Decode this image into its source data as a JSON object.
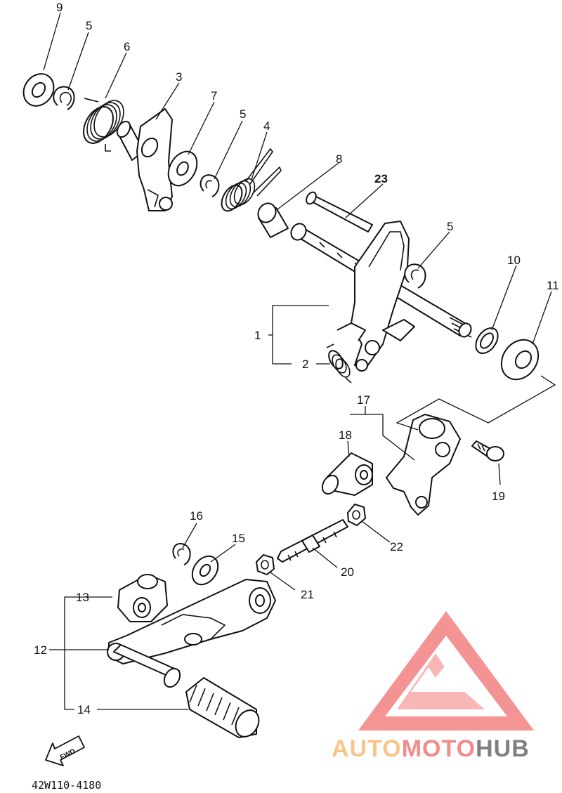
{
  "diagram": {
    "part_code": "42W110-4180",
    "fwd_label": "FWD",
    "callouts": [
      {
        "id": "c9",
        "label": "9"
      },
      {
        "id": "c5a",
        "label": "5"
      },
      {
        "id": "c6",
        "label": "6"
      },
      {
        "id": "c3",
        "label": "3"
      },
      {
        "id": "c7",
        "label": "7"
      },
      {
        "id": "c5b",
        "label": "5"
      },
      {
        "id": "c4",
        "label": "4"
      },
      {
        "id": "c8",
        "label": "8"
      },
      {
        "id": "c23",
        "label": "23"
      },
      {
        "id": "c5c",
        "label": "5"
      },
      {
        "id": "c10",
        "label": "10"
      },
      {
        "id": "c11",
        "label": "11"
      },
      {
        "id": "c1",
        "label": "1"
      },
      {
        "id": "c2",
        "label": "2"
      },
      {
        "id": "c17",
        "label": "17"
      },
      {
        "id": "c18",
        "label": "18"
      },
      {
        "id": "c19",
        "label": "19"
      },
      {
        "id": "c22",
        "label": "22"
      },
      {
        "id": "c16",
        "label": "16"
      },
      {
        "id": "c15",
        "label": "15"
      },
      {
        "id": "c20",
        "label": "20"
      },
      {
        "id": "c21",
        "label": "21"
      },
      {
        "id": "c13",
        "label": "13"
      },
      {
        "id": "c12",
        "label": "12"
      },
      {
        "id": "c14",
        "label": "14"
      }
    ]
  },
  "watermark": {
    "word_part1": "AUTO",
    "word_part2": "MOTO",
    "word_part3": "HUB",
    "colors": {
      "auto": "#f7c58c",
      "moto": "#f28c8c",
      "hub": "#808080",
      "logo": "#f07070"
    }
  }
}
